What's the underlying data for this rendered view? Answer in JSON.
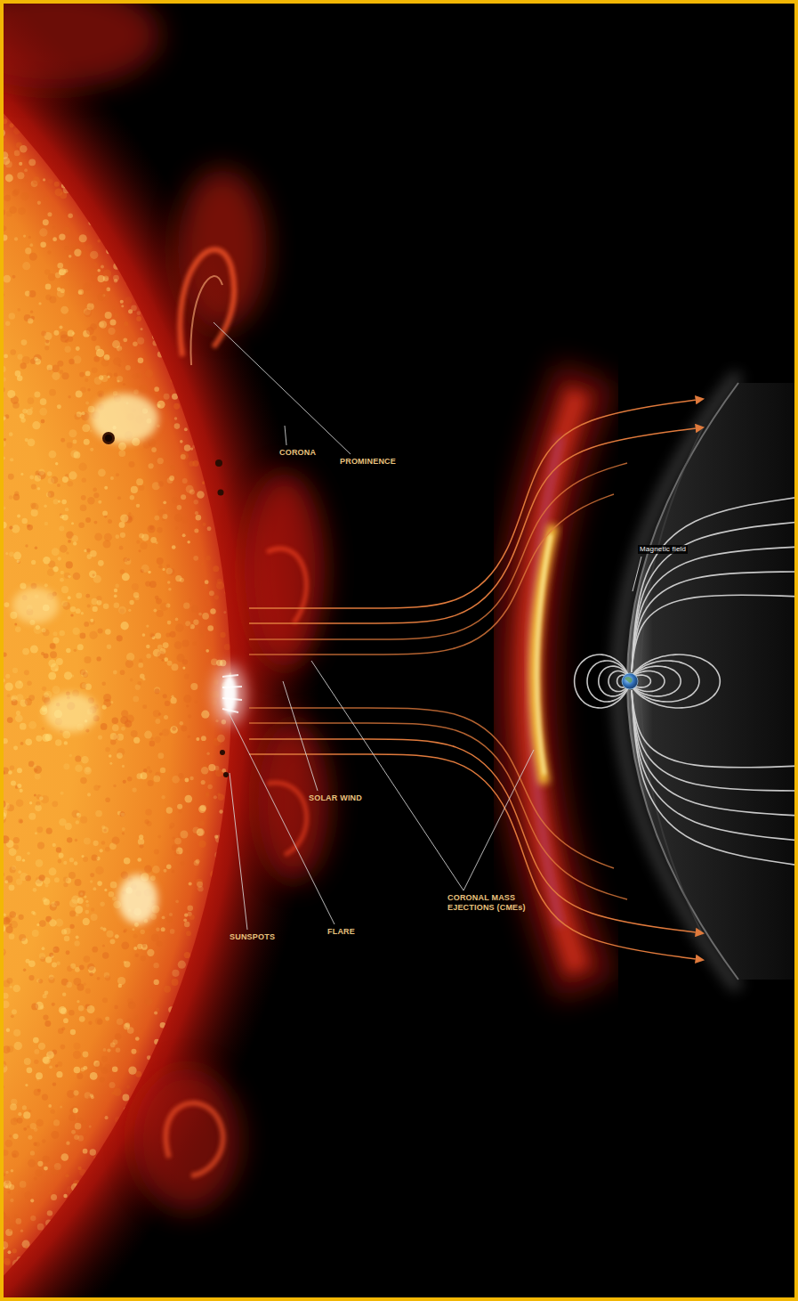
{
  "diagram": {
    "labels": [
      "CORONA",
      "PROMINENCE",
      "Magnetic field",
      "SOLAR WIND",
      "CORONAL MASS EJECTIONS (CMEs)",
      "SUNSPOTS",
      "FLARE"
    ]
  }
}
